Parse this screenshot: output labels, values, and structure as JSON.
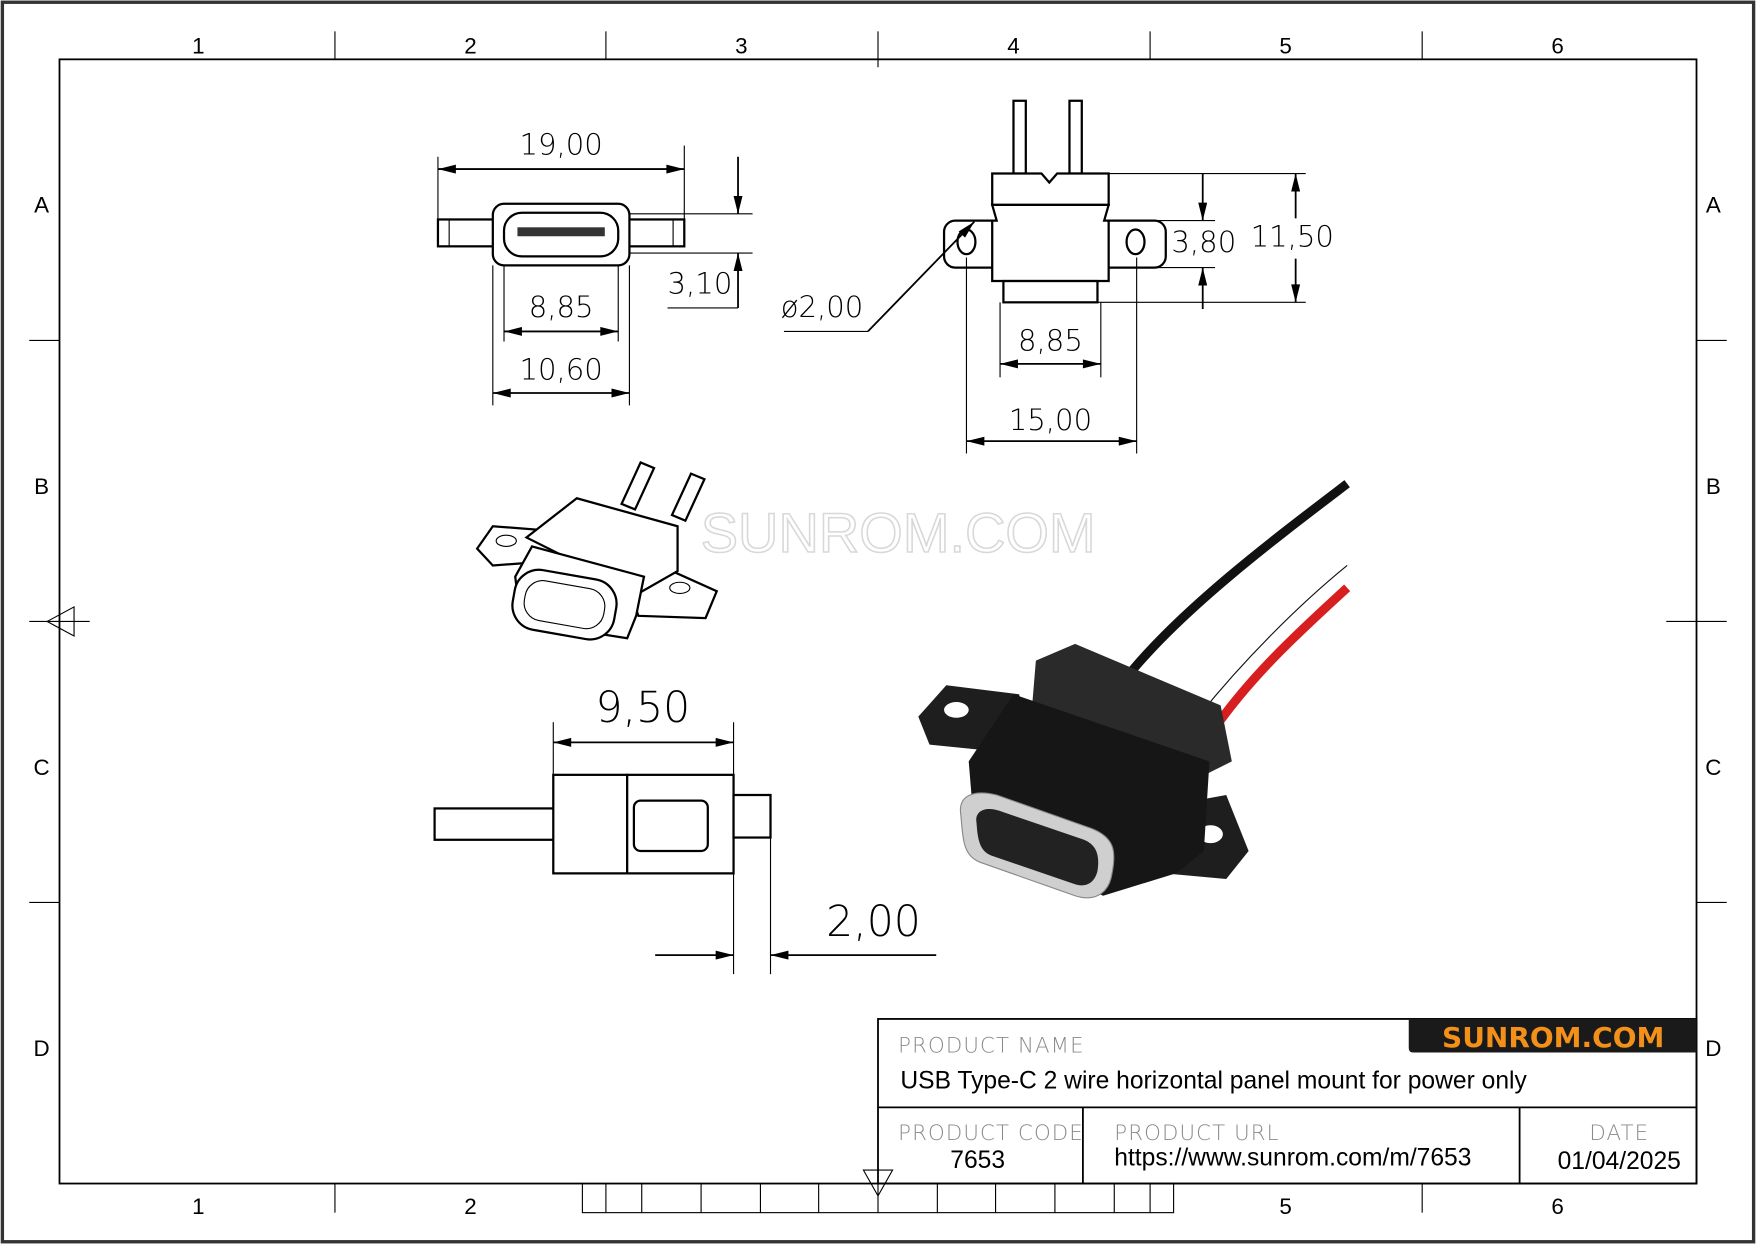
{
  "frame": {
    "columns": [
      "1",
      "2",
      "3",
      "4",
      "5",
      "6"
    ],
    "rows": [
      "A",
      "B",
      "C",
      "D"
    ]
  },
  "watermark": "SUNROM.COM",
  "dimensions": {
    "front_width_overall": "19,00",
    "front_height": "3,10",
    "front_opening": "8,85",
    "front_body_width": "10,60",
    "top_hole_dia": "ø2,00",
    "top_body_height": "3,80",
    "top_total_height": "11,50",
    "top_opening": "8,85",
    "top_hole_spacing": "15,00",
    "side_length": "9,50",
    "side_flange": "2,00"
  },
  "title_block": {
    "logo_text": "SUNROM.COM",
    "product_name_label": "PRODUCT NAME",
    "product_name": "USB Type-C 2 wire horizontal panel mount for power only",
    "product_code_label": "PRODUCT CODE",
    "product_code": "7653",
    "product_url_label": "PRODUCT URL",
    "product_url": "https://www.sunrom.com/m/7653",
    "date_label": "DATE",
    "date": "01/04/2025"
  },
  "colors": {
    "logo_bg": "#1a1a1a",
    "logo_text": "#f39019",
    "wire_red": "#d81f1f",
    "wire_black": "#111111"
  }
}
